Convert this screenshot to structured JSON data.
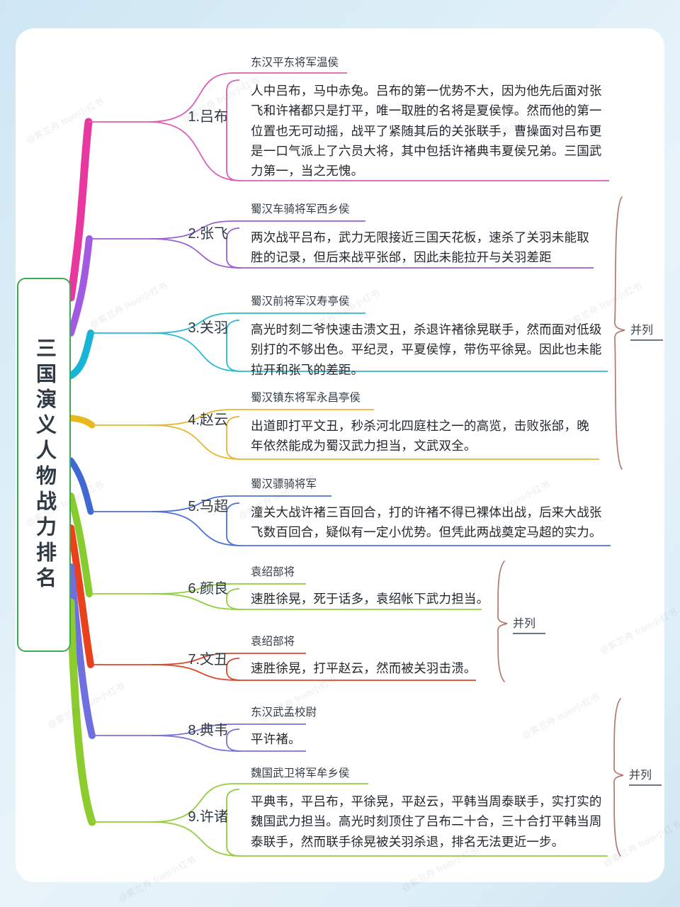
{
  "root": {
    "title": "三国演义人物战力排名"
  },
  "theme": {
    "root_border": "#3cab54",
    "page_bg": "#d7ecf6",
    "card_bg": "#ffffff",
    "bracket_color": "#b4776f",
    "text_color": "#22272c"
  },
  "watermark": {
    "text": "@紫兰舟 from小红书"
  },
  "branches": [
    {
      "label": "1.吕布",
      "color": "#e8379f",
      "leaf_color": "#d861b4",
      "title": "东汉平东将军温侯",
      "body": "人中吕布，马中赤兔。吕布的第一优势不大，因为他先后面对张飞和许褚都只是打平，唯一取胜的名将是夏侯惇。然而他的第一位置也无可动摇，战平了紧随其后的关张联手，曹操面对吕布更是一口气派上了六员大将，其中包括许褚典韦夏侯兄弟。三国武力第一，当之无愧。"
    },
    {
      "label": "2.张飞",
      "color": "#a25ae0",
      "leaf_color": "#9b5fd6",
      "title": "蜀汉车骑将军西乡侯",
      "body": "两次战平吕布，武力无限接近三国天花板，速杀了关羽未能取胜的记录，但后来战平张邰，因此未能拉开与关羽差距"
    },
    {
      "label": "3.关羽",
      "color": "#17b4d8",
      "leaf_color": "#2ab8d4",
      "title": "蜀汉前将军汉寿亭侯",
      "body": "高光时刻二爷快速击溃文丑，杀退许褚徐晃联手，然而面对低级别打的不够出色。平纪灵，平夏侯惇，带伤平徐晃。因此也未能拉开和张飞的差距。"
    },
    {
      "label": "4.赵云",
      "color": "#e8b81c",
      "leaf_color": "#e5b830",
      "title": "蜀汉镇东将军永昌亭侯",
      "body": "出道即打平文丑，秒杀河北四庭柱之一的高览，击败张邰，晚年依然能成为蜀汉武力担当，文武双全。"
    },
    {
      "label": "5.马超",
      "color": "#3f68d4",
      "leaf_color": "#4a72d8",
      "title": "蜀汉骠骑将军",
      "body": "潼关大战许褚三百回合，打的许褚不得已裸体出战，后来大战张飞数百回合，疑似有一定小优势。但凭此两战奠定马超的实力。"
    },
    {
      "label": "6.颜良",
      "color": "#86cc2e",
      "leaf_color": "#90cf3a",
      "title": "袁绍部将",
      "body": "速胜徐晃，死于话多，袁绍帐下武力担当。"
    },
    {
      "label": "7.文丑",
      "color": "#e8411c",
      "leaf_color": "#d9482c",
      "title": "袁绍部将",
      "body": "速胜徐晃，打平赵云，然而被关羽击溃。"
    },
    {
      "label": "8.典韦",
      "color": "#6f6fe0",
      "leaf_color": "#7a72dc",
      "title": "东汉武孟校尉",
      "body": "平许褚。"
    },
    {
      "label": "9.许诸",
      "color": "#8ccc2e",
      "leaf_color": "#93ce3c",
      "title": "魏国武卫将军牟乡侯",
      "body": "平典韦，平吕布，平徐晃，平赵云，平韩当周泰联手，实打实的魏国武力担当。高光时刻顶住了吕布二十合，三十合打平韩当周泰联手，然而联手徐晃被关羽杀退，排名无法更近一步。"
    }
  ],
  "brackets": [
    {
      "label": "并列",
      "covers": "2-4"
    },
    {
      "label": "并列",
      "covers": "6-7"
    },
    {
      "label": "并列",
      "covers": "8-9"
    }
  ]
}
